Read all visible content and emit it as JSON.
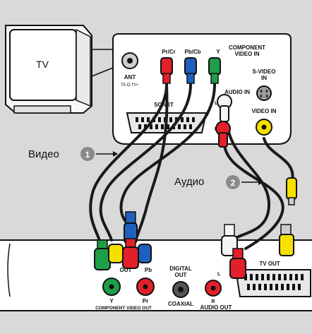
{
  "tv": {
    "label": "TV"
  },
  "tv_panel": {
    "ant_label": "ANT",
    "ant_sub": "75 Ω ⊓⊢",
    "pr_cr": "Pr/Cr",
    "pb_cb": "Pb/Cb",
    "y": "Y",
    "component_video_in_line1": "COMPONENT",
    "component_video_in_line2": "VIDEO IN",
    "audio_in": "AUDIO IN",
    "audio_l": "L",
    "audio_r": "R",
    "s_video_in_line1": "S-VIDEO",
    "s_video_in_line2": "IN",
    "video_in": "VIDEO IN",
    "scart": "SCART"
  },
  "callouts": {
    "video_label": "Видео",
    "video_number": "1",
    "audio_label": "Аудио",
    "audio_number": "2"
  },
  "player_panel": {
    "video_out": "OUT",
    "y": "Y",
    "pr": "Pr",
    "pb": "Pb",
    "component_video_out": "COMPONENT VIDEO OUT",
    "digital_out_line1": "DIGITAL",
    "digital_out_line2": "OUT",
    "coaxial": "COAXIAL",
    "audio_l": "L",
    "audio_r": "R",
    "audio_out": "AUDIO OUT",
    "tv_out": "TV OUT"
  },
  "colors": {
    "background": "#d9d9d9",
    "panel": "#ffffff",
    "cable": "#1a1a1a",
    "red": "#e3202a",
    "green": "#1f9e48",
    "blue": "#1f5fbf",
    "yellow": "#f5e000",
    "white_plug": "#f4f4f4",
    "callout_circle": "#8a8a8a"
  }
}
